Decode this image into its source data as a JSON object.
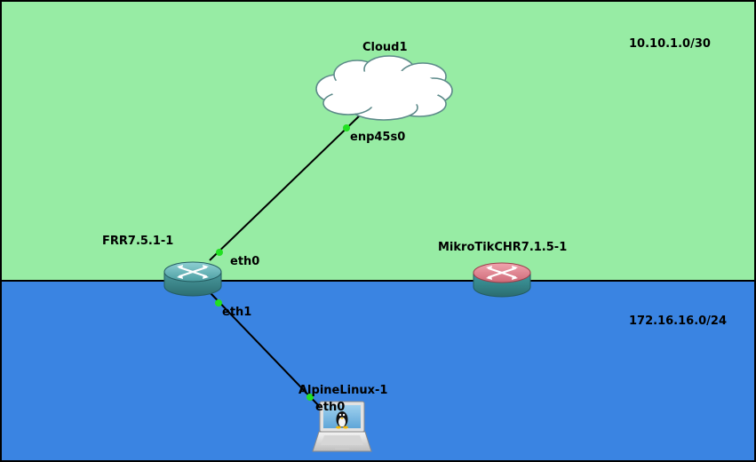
{
  "colors": {
    "zone_top_fill": "#97ECA4",
    "zone_bottom_fill": "#3A84E2",
    "zone_border": "#000000",
    "link": "#000000",
    "port_dot": "#22E022",
    "router_frr": "#3B8E92",
    "router_mikrotik": "#C45A68",
    "cloud_fill": "#FFFFFF",
    "cloud_stroke": "#5D8A8A"
  },
  "zones": {
    "top": {
      "subnet_label": "10.10.1.0/30"
    },
    "bottom": {
      "subnet_label": "172.16.16.0/24"
    }
  },
  "nodes": {
    "cloud": {
      "name": "Cloud1",
      "icon": "cloud-icon"
    },
    "frr": {
      "name": "FRR7.5.1-1",
      "icon": "router-icon"
    },
    "mikrotik": {
      "name": "MikroTikCHR7.1.5-1",
      "icon": "router-icon"
    },
    "alpine": {
      "name": "AlpineLinux-1",
      "icon": "linux-laptop-icon"
    }
  },
  "links": {
    "cloud_frr": {
      "from": "Cloud1",
      "from_port": "enp45s0",
      "to": "FRR7.5.1-1",
      "to_port": "eth0"
    },
    "frr_alpine": {
      "from": "FRR7.5.1-1",
      "from_port": "eth1",
      "to": "AlpineLinux-1",
      "to_port": "eth0"
    }
  }
}
